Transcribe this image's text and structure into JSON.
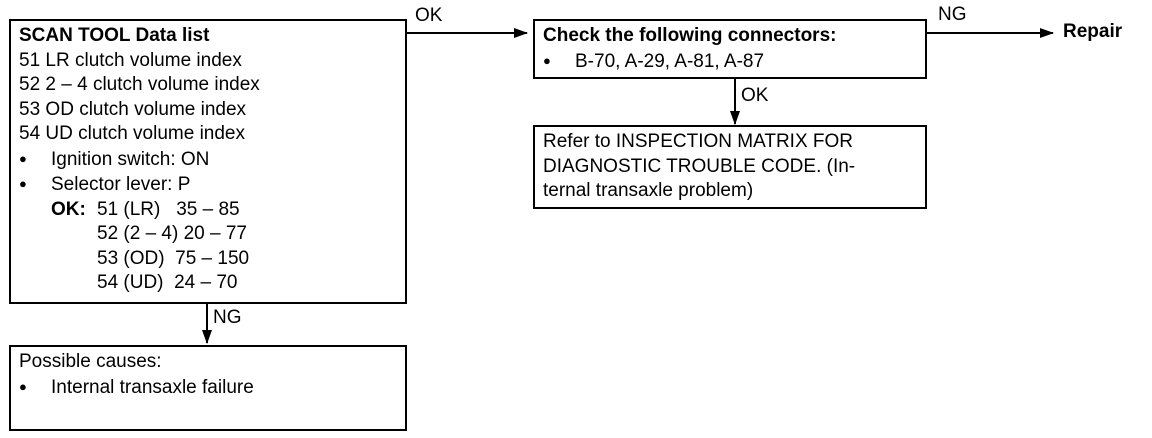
{
  "box_scan": {
    "title": "SCAN TOOL Data list",
    "items": [
      "51  LR clutch volume index",
      "52  2 – 4 clutch volume index",
      "53 OD clutch volume index",
      "54  UD clutch volume index"
    ],
    "conditions": [
      "Ignition switch: ON",
      "Selector lever: P"
    ],
    "ok_label": "OK:",
    "ok_rows": [
      "51 (LR)   35 – 85",
      "52 (2 – 4) 20 – 77",
      "53 (OD)  75 – 150",
      "54 (UD)  24 – 70"
    ]
  },
  "box_connectors": {
    "title": "Check the following connectors:",
    "item": "B-70, A-29, A-81, A-87"
  },
  "box_matrix": {
    "lines": [
      "Refer to INSPECTION MATRIX FOR",
      "DIAGNOSTIC TROUBLE CODE. (In-",
      "ternal transaxle problem)"
    ]
  },
  "box_causes": {
    "title": "Possible causes:",
    "item": "Internal transaxle failure"
  },
  "labels": {
    "ok_right": "OK",
    "ng_down": "NG",
    "ok_down": "OK",
    "ng_right": "NG",
    "repair": "Repair"
  }
}
